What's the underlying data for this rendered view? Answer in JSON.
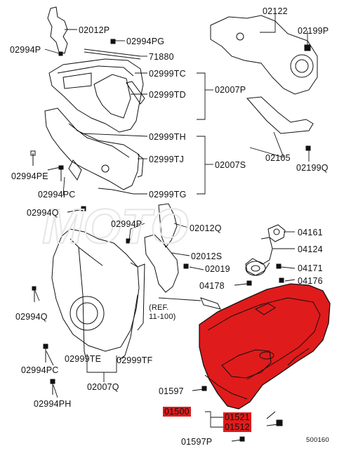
{
  "labels": {
    "p02122": "02122",
    "p02012P": "02012P",
    "p02994PG": "02994PG",
    "p02199P": "02199P",
    "p02994P_a": "02994P",
    "p71880": "71880",
    "p02999TC": "02999TC",
    "p02999TD": "02999TD",
    "p02007P": "02007P",
    "p02999TH": "02999TH",
    "p02105": "02105",
    "p02199Q": "02199Q",
    "p02999TJ": "02999TJ",
    "p02007S": "02007S",
    "p02994PE": "02994PE",
    "p02994PC_a": "02994PC",
    "p02999TG": "02999TG",
    "p02994Q_a": "02994Q",
    "p02994P_b": "02994P",
    "p02012Q": "02012Q",
    "p04161": "04161",
    "p04124": "04124",
    "p02012S": "02012S",
    "p02019": "02019",
    "p04171": "04171",
    "p04178": "04178",
    "p04176": "04176",
    "p02994Q_b": "02994Q",
    "ref_line1": "(REF.",
    "ref_line2": "11-100)",
    "p02999TE": "02999TE",
    "p02999TF": "02999TF",
    "p02994PC_b": "02994PC",
    "p02007Q": "02007Q",
    "p01597_a": "01597",
    "p02994PH": "02994PH",
    "p01500": "01500",
    "p01521": "01521",
    "p01512": "01512",
    "p01597P": "01597P",
    "diagram_no": "500160"
  },
  "colors": {
    "highlight": "#e01b1b",
    "ink": "#111111",
    "part_fill": "#ffffff"
  }
}
